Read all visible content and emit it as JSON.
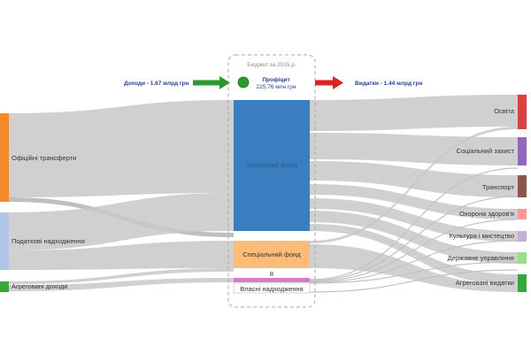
{
  "budget_box": {
    "title": "Бюджет за 2015 р."
  },
  "income": {
    "label": "Доходи - 1.67 млрд грн"
  },
  "expense": {
    "label": "Видатки - 1.44 млрд грн"
  },
  "surplus": {
    "title": "Профіцит",
    "amount": "225.76 млн грн"
  },
  "sources": [
    {
      "label": "Офіційні трансферти",
      "color": "#f5892a"
    },
    {
      "label": "Податкові надходження",
      "color": "#aec7e8"
    },
    {
      "label": "Агреговані доходи",
      "color": "#3aa63a"
    }
  ],
  "funds": [
    {
      "label": "Загальний фонд",
      "color": "#3a7ebf"
    },
    {
      "label": "Спеціальний фонд",
      "color": "#ffbb78"
    },
    {
      "label": "8",
      "color": "#d47dc7"
    },
    {
      "label": "Власні надходження",
      "color": "#d0d0d0"
    }
  ],
  "targets": [
    {
      "label": "Освіта",
      "color": "#d94040"
    },
    {
      "label": "Соціальний захист",
      "color": "#9467bd"
    },
    {
      "label": "Транспорт",
      "color": "#8c564b"
    },
    {
      "label": "Охорона здоров'я",
      "color": "#ff9896"
    },
    {
      "label": "Культура і мистецтво",
      "color": "#c5b0d5"
    },
    {
      "label": "Державне управління",
      "color": "#98df8a"
    },
    {
      "label": "Агреговані видатки",
      "color": "#3aa63a"
    }
  ]
}
